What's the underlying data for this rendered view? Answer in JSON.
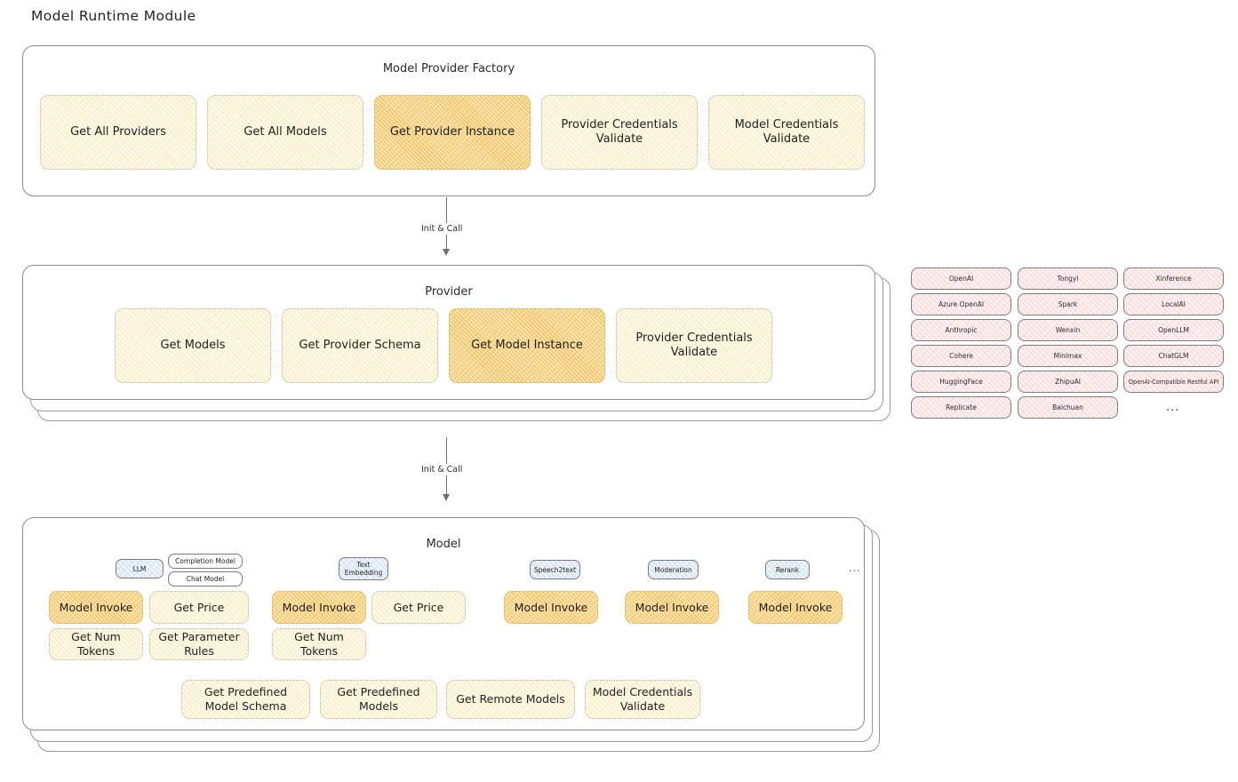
{
  "diagram": {
    "title": "Model Runtime Module"
  },
  "factory": {
    "title": "Model Provider Factory",
    "methods": [
      {
        "label": "Get All Providers",
        "highlighted": false
      },
      {
        "label": "Get All Models",
        "highlighted": false
      },
      {
        "label": "Get Provider Instance",
        "highlighted": true
      },
      {
        "label": "Provider Credentials Validate",
        "highlighted": false
      },
      {
        "label": "Model Credentials Validate",
        "highlighted": false
      }
    ]
  },
  "arrows": [
    {
      "label": "Init & Call"
    },
    {
      "label": "Init & Call"
    }
  ],
  "provider": {
    "title": "Provider",
    "methods": [
      {
        "label": "Get Models",
        "highlighted": false
      },
      {
        "label": "Get Provider Schema",
        "highlighted": false
      },
      {
        "label": "Get Model Instance",
        "highlighted": true
      },
      {
        "label": "Provider Credentials Validate",
        "highlighted": false
      }
    ]
  },
  "provider_list": {
    "columns": [
      [
        "OpenAI",
        "Azure OpenAI",
        "Anthropic",
        "Cohere",
        "HuggingFace",
        "Replicate"
      ],
      [
        "Tongyi",
        "Spark",
        "Wenxin",
        "Minimax",
        "ZhipuAI",
        "Baichuan"
      ],
      [
        "Xinference",
        "LocalAI",
        "OpenLLM",
        "ChatGLM",
        "OpenAI-Compatible Restful API"
      ]
    ],
    "more": "..."
  },
  "model": {
    "title": "Model",
    "more_badge": "...",
    "types": [
      {
        "badges": [
          "LLM"
        ],
        "sub_badges": [
          "Completion Model",
          "Chat Model"
        ],
        "methods": [
          {
            "label": "Model Invoke",
            "highlighted": true
          },
          {
            "label": "Get Price",
            "highlighted": false
          },
          {
            "label": "Get Num Tokens",
            "highlighted": false
          },
          {
            "label": "Get Parameter Rules",
            "highlighted": false
          }
        ]
      },
      {
        "badges": [
          "Text Embedding"
        ],
        "sub_badges": [],
        "methods": [
          {
            "label": "Model Invoke",
            "highlighted": true
          },
          {
            "label": "Get Price",
            "highlighted": false
          },
          {
            "label": "Get Num Tokens",
            "highlighted": false
          }
        ]
      },
      {
        "badges": [
          "Speech2text"
        ],
        "sub_badges": [],
        "methods": [
          {
            "label": "Model Invoke",
            "highlighted": true
          }
        ]
      },
      {
        "badges": [
          "Moderation"
        ],
        "sub_badges": [],
        "methods": [
          {
            "label": "Model Invoke",
            "highlighted": true
          }
        ]
      },
      {
        "badges": [
          "Rerank"
        ],
        "sub_badges": [],
        "methods": [
          {
            "label": "Model Invoke",
            "highlighted": true
          }
        ]
      }
    ],
    "shared_methods": [
      {
        "label": "Get Predefined Model Schema"
      },
      {
        "label": "Get Predefined Models"
      },
      {
        "label": "Get Remote Models"
      },
      {
        "label": "Model Credentials Validate"
      }
    ]
  },
  "colors": {
    "fill_yellow": "#fdfaed",
    "fill_amber": "#fbe7b8",
    "fill_pink": "#fdf1f1",
    "fill_blue": "#eef5fb",
    "stroke": "#8d8d8d",
    "text": "#1f1f1f"
  }
}
